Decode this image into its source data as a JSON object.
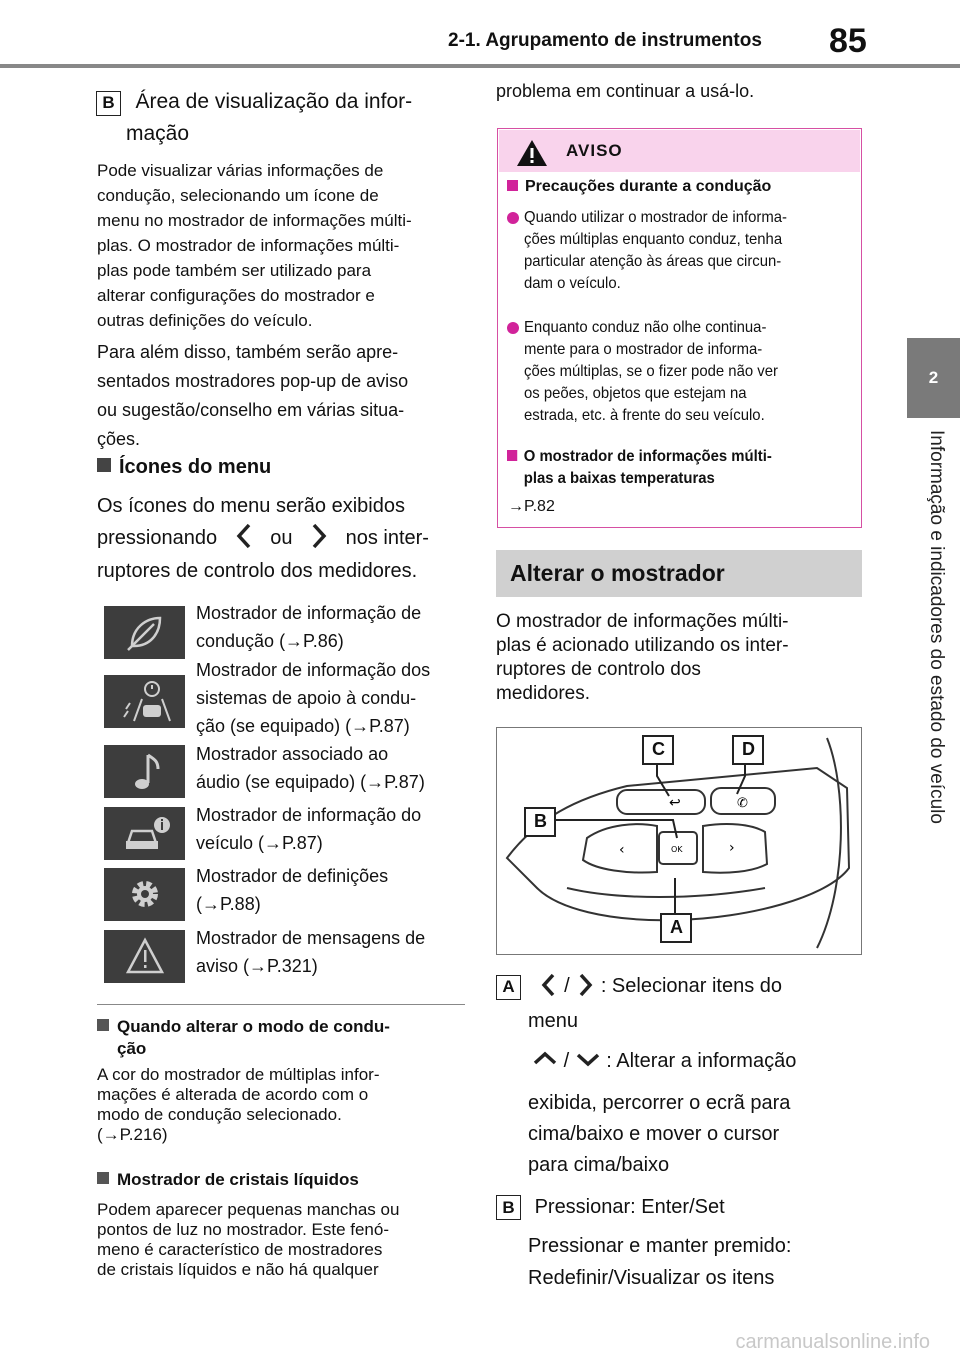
{
  "header": {
    "section_title": "2-1. Agrupamento de instrumentos",
    "page_number": "85"
  },
  "side_tab": {
    "chapter": "2",
    "chapter_title": "Informação e indicadores do estado do veículo"
  },
  "left": {
    "b_label": "B",
    "b_title_1": "Área de visualização da infor-",
    "b_title_2": "mação",
    "para1": [
      "Pode visualizar várias informações de",
      "condução, selecionando um ícone de",
      "menu no mostrador de informações múlti-",
      "plas. O mostrador de informações múlti-",
      "plas pode também ser utilizado para",
      "alterar configurações do mostrador e",
      "outras definições do veículo."
    ],
    "para2": [
      "Para além disso, também serão apre-",
      "sentados mostradores pop-up de aviso",
      "ou sugestão/conselho em várias situa-",
      "ções."
    ],
    "icons_heading": "Ícones do menu",
    "icons_intro_1": "Os ícones do menu serão exibidos",
    "icons_intro_2a": "pressionando",
    "icons_intro_2b": "ou",
    "icons_intro_2c": "nos inter-",
    "icons_intro_3": "ruptores de controlo dos medidores.",
    "menu_items": [
      {
        "icon": "leaf-icon",
        "line1": "Mostrador de informação de",
        "line2": "condução (→P.86)",
        "line3": ""
      },
      {
        "icon": "driver-assist-icon",
        "line1": "Mostrador de informação dos",
        "line2": "sistemas de apoio à condu-",
        "line3": "ção (se equipado) (→P.87)"
      },
      {
        "icon": "music-note-icon",
        "line1": "Mostrador associado ao",
        "line2": "áudio (se equipado) (→P.87)",
        "line3": ""
      },
      {
        "icon": "vehicle-info-icon",
        "line1": "Mostrador de informação do",
        "line2": "veículo (→P.87)",
        "line3": ""
      },
      {
        "icon": "gear-icon",
        "line1": "Mostrador de definições",
        "line2": "(→P.88)",
        "line3": ""
      },
      {
        "icon": "warning-icon",
        "line1": "Mostrador de mensagens de",
        "line2": "aviso (→P.321)",
        "line3": ""
      }
    ],
    "note1_title_1": "Quando alterar o modo de condu-",
    "note1_title_2": "ção",
    "note1_body": [
      "A cor do mostrador de múltiplas infor-",
      "mações é alterada de acordo com o",
      "modo de condução selecionado.",
      "(→P.216)"
    ],
    "note2_title": "Mostrador de cristais líquidos",
    "note2_body": [
      "Podem aparecer pequenas manchas ou",
      "pontos de luz no mostrador. Este fenó-",
      "meno é característico de mostradores",
      "de cristais líquidos e não há qualquer"
    ]
  },
  "right": {
    "continued": "problema em continuar a usá-lo.",
    "warning": {
      "title": "AVISO",
      "h1": "Precauções durante a condução",
      "b1": [
        "Quando utilizar o mostrador de informa-",
        "ções múltiplas enquanto conduz, tenha",
        "particular atenção às áreas que circun-",
        "dam o veículo."
      ],
      "b2": [
        "Enquanto conduz não olhe continua-",
        "mente para o mostrador de informa-",
        "ções múltiplas, se o fizer pode não ver",
        "os peões, objetos que estejam na",
        "estrada, etc. à frente do seu veículo."
      ],
      "h2_1": "O mostrador de informações múlti-",
      "h2_2": "plas a baixas temperaturas",
      "ref": "→P.82"
    },
    "section_heading": "Alterar o mostrador",
    "intro": [
      "O mostrador de informações múlti-",
      "plas é acionado utilizando os inter-",
      "ruptores de controlo dos",
      "medidores."
    ],
    "figure_labels": {
      "a": "A",
      "b": "B",
      "c": "C",
      "d": "D",
      "ok": "OK"
    },
    "a_label": "A",
    "a_sep": "/",
    "a_text_1": ": Selecionar itens do",
    "a_text_2": "menu",
    "a_sep2": "/",
    "a_text_3": ": Alterar a informação",
    "a_text_4": "exibida, percorrer o ecrã para",
    "a_text_5": "cima/baixo e mover o cursor",
    "a_text_6": "para cima/baixo",
    "b_label": "B",
    "b_text_1": "Pressionar: Enter/Set",
    "b_text_2": "Pressionar e manter premido:",
    "b_text_3": "Redefinir/Visualizar os itens"
  },
  "watermark": "carmanualsonline.info"
}
